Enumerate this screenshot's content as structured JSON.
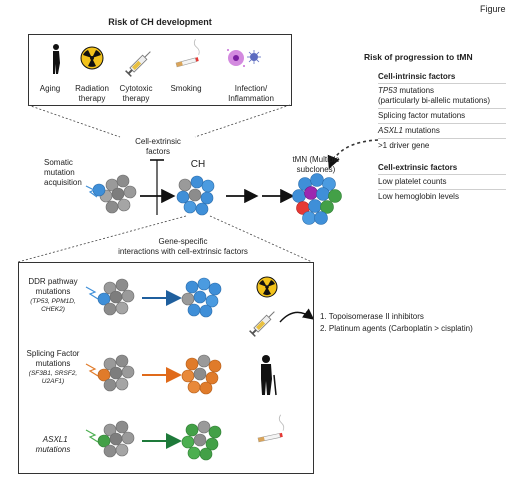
{
  "corner_label": "Figure",
  "risk_box": {
    "title": "Risk of CH development",
    "items": [
      {
        "label": "Aging",
        "icon": "elderly-person-icon"
      },
      {
        "label": "Radiation\ntherapy",
        "icon": "radiation-icon"
      },
      {
        "label": "Cytotoxic\ntherapy",
        "icon": "syringe-icon"
      },
      {
        "label": "Smoking",
        "icon": "cigarette-icon"
      },
      {
        "label": "Infection/\nInflammation",
        "icon": "microbe-icon"
      }
    ]
  },
  "cell_extrinsic_label": "Cell-extrinsic\nfactors",
  "somatic_label": "Somatic\nmutation\nacquisition",
  "ch_label": "CH",
  "tmn_label": "tMN (Multiple\nsubclones)",
  "gene_specific_label": "Gene-specific\ninteractions with cell-extrinsic factors",
  "progression": {
    "title": "Risk of progression to tMN",
    "intrinsic_title": "Cell-intrinsic factors",
    "intrinsic_items": [
      {
        "gene": "TP53",
        "rest": " mutations",
        "line2": "(particularly bi-allelic mutations)"
      },
      {
        "gene": "",
        "rest": "Splicing factor mutations",
        "line2": ""
      },
      {
        "gene": "ASXL1",
        "rest": " mutations",
        "line2": ""
      },
      {
        "gene": "",
        "rest": ">1 driver gene",
        "line2": ""
      }
    ],
    "extrinsic_title": "Cell-extrinsic factors",
    "extrinsic_items": [
      "Low platelet counts",
      "Low hemoglobin levels"
    ]
  },
  "panels": [
    {
      "title": "DDR pathway\nmutations",
      "genes": "(TP53, PPM1D,\nCHEK2)",
      "color": "#1f5f9e",
      "arrow_color": "#1f5f9e"
    },
    {
      "title": "Splicing Factor\nmutations",
      "genes": "(SF3B1, SRSF2,\nU2AF1)",
      "color": "#e07b2a",
      "arrow_color": "#e06a1a"
    },
    {
      "title": "ASXL1\nmutations",
      "genes": "",
      "color": "#4caf50",
      "arrow_color": "#1e7a3a"
    }
  ],
  "therapy_list": [
    "1. Topoisomerase II inhibitors",
    "2. Platinum agents (Carboplatin > cisplatin)"
  ],
  "colors": {
    "blue_cell": "#3f8fd8",
    "gray_cell": "#8c8c8c",
    "red_cell": "#e53935",
    "purple_cell": "#9c27b0",
    "green_cell": "#43a047"
  }
}
